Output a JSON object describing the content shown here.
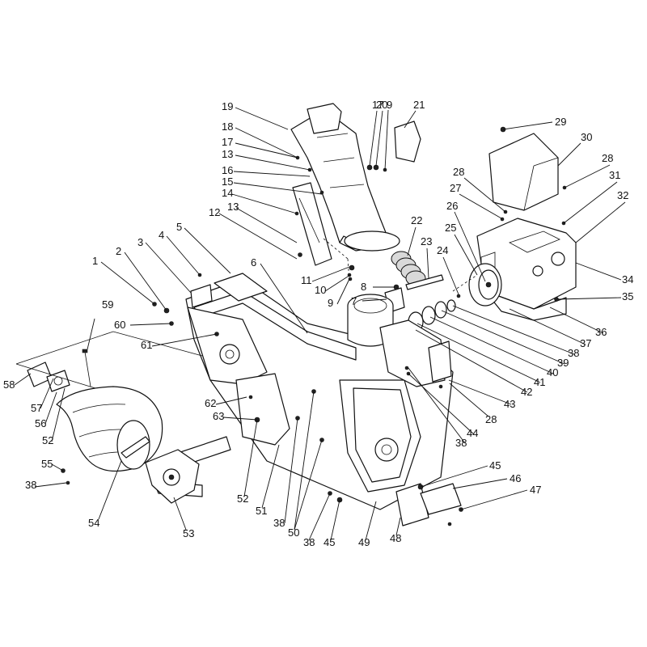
{
  "diagram": {
    "callouts": [
      {
        "id": "c1",
        "label": "1"
      },
      {
        "id": "c2",
        "label": "2"
      },
      {
        "id": "c3",
        "label": "3"
      },
      {
        "id": "c4",
        "label": "4"
      },
      {
        "id": "c5",
        "label": "5"
      },
      {
        "id": "c6",
        "label": "6"
      },
      {
        "id": "c7",
        "label": "7"
      },
      {
        "id": "c8",
        "label": "8"
      },
      {
        "id": "c9a",
        "label": "9"
      },
      {
        "id": "c9b",
        "label": "9"
      },
      {
        "id": "c10",
        "label": "10"
      },
      {
        "id": "c11",
        "label": "11"
      },
      {
        "id": "c12",
        "label": "12"
      },
      {
        "id": "c13a",
        "label": "13"
      },
      {
        "id": "c13b",
        "label": "13"
      },
      {
        "id": "c14",
        "label": "14"
      },
      {
        "id": "c15",
        "label": "15"
      },
      {
        "id": "c16",
        "label": "16"
      },
      {
        "id": "c17a",
        "label": "17"
      },
      {
        "id": "c17b",
        "label": "17"
      },
      {
        "id": "c18",
        "label": "18"
      },
      {
        "id": "c19",
        "label": "19"
      },
      {
        "id": "c20",
        "label": "20"
      },
      {
        "id": "c21",
        "label": "21"
      },
      {
        "id": "c22",
        "label": "22"
      },
      {
        "id": "c23",
        "label": "23"
      },
      {
        "id": "c24",
        "label": "24"
      },
      {
        "id": "c25",
        "label": "25"
      },
      {
        "id": "c26",
        "label": "26"
      },
      {
        "id": "c27",
        "label": "27"
      },
      {
        "id": "c28a",
        "label": "28"
      },
      {
        "id": "c28b",
        "label": "28"
      },
      {
        "id": "c28c",
        "label": "28"
      },
      {
        "id": "c29",
        "label": "29"
      },
      {
        "id": "c30",
        "label": "30"
      },
      {
        "id": "c31",
        "label": "31"
      },
      {
        "id": "c32",
        "label": "32"
      },
      {
        "id": "c34",
        "label": "34"
      },
      {
        "id": "c35",
        "label": "35"
      },
      {
        "id": "c36",
        "label": "36"
      },
      {
        "id": "c37",
        "label": "37"
      },
      {
        "id": "c38a",
        "label": "38"
      },
      {
        "id": "c38b",
        "label": "38"
      },
      {
        "id": "c38c",
        "label": "38"
      },
      {
        "id": "c38d",
        "label": "38"
      },
      {
        "id": "c38e",
        "label": "38"
      },
      {
        "id": "c39",
        "label": "39"
      },
      {
        "id": "c40",
        "label": "40"
      },
      {
        "id": "c41",
        "label": "41"
      },
      {
        "id": "c42",
        "label": "42"
      },
      {
        "id": "c43",
        "label": "43"
      },
      {
        "id": "c44",
        "label": "44"
      },
      {
        "id": "c45a",
        "label": "45"
      },
      {
        "id": "c45b",
        "label": "45"
      },
      {
        "id": "c46",
        "label": "46"
      },
      {
        "id": "c47",
        "label": "47"
      },
      {
        "id": "c48",
        "label": "48"
      },
      {
        "id": "c49",
        "label": "49"
      },
      {
        "id": "c50",
        "label": "50"
      },
      {
        "id": "c51",
        "label": "51"
      },
      {
        "id": "c52a",
        "label": "52"
      },
      {
        "id": "c52b",
        "label": "52"
      },
      {
        "id": "c53",
        "label": "53"
      },
      {
        "id": "c54",
        "label": "54"
      },
      {
        "id": "c55",
        "label": "55"
      },
      {
        "id": "c56",
        "label": "56"
      },
      {
        "id": "c57",
        "label": "57"
      },
      {
        "id": "c58",
        "label": "58"
      },
      {
        "id": "c59",
        "label": "59"
      },
      {
        "id": "c60",
        "label": "60"
      },
      {
        "id": "c61",
        "label": "61"
      },
      {
        "id": "c62",
        "label": "62"
      },
      {
        "id": "c63",
        "label": "63"
      }
    ]
  }
}
